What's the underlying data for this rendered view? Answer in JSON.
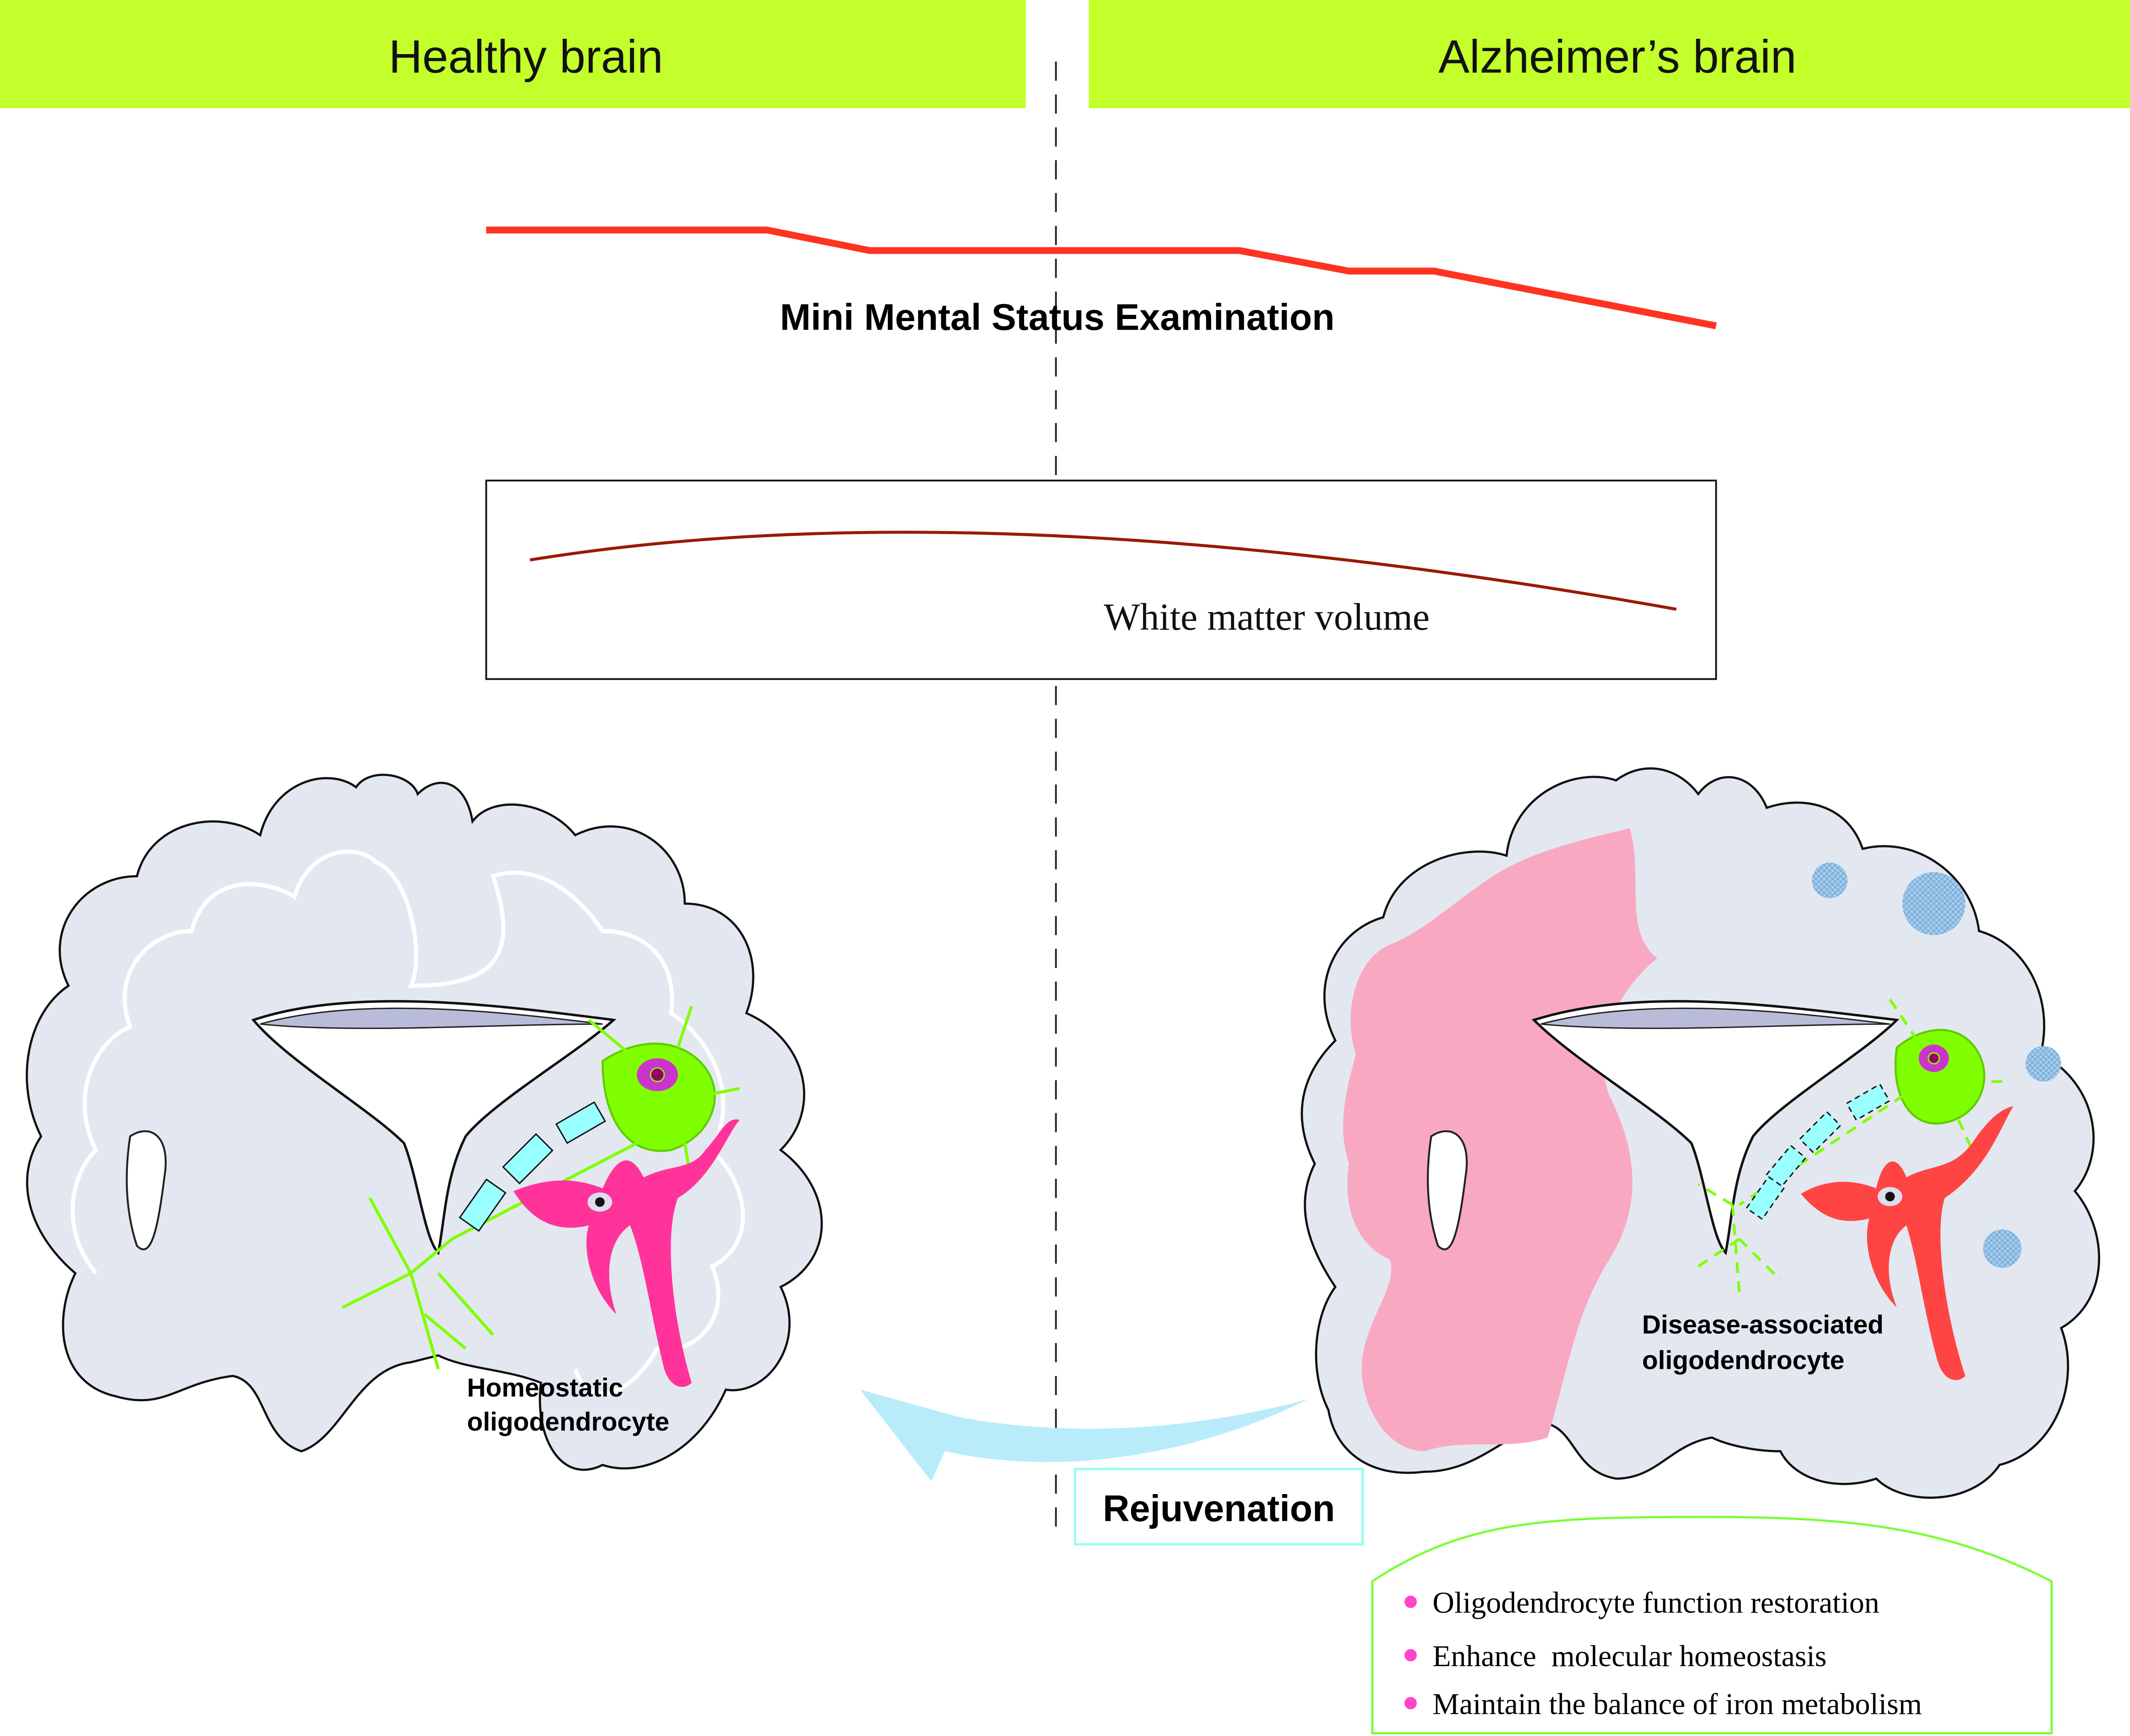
{
  "header": {
    "left_title": "Healthy brain",
    "right_title": "Alzheimer’s brain",
    "banner_color": "#C3FF2A"
  },
  "mmse": {
    "label": "Mini Mental Status Examination",
    "line_color": "#FF3322",
    "trend": "decreasing stepwise from healthy to Alzheimer's"
  },
  "white_matter": {
    "label": "White matter volume",
    "line_color": "#991A00",
    "trend": "rises then declines"
  },
  "healthy_brain": {
    "cell_label_line1": "Homeostatic",
    "cell_label_line2": "oligodendrocyte",
    "oligodendrocyte_color": "#FF3399",
    "neuron_color": "#7FFF00",
    "myelin_color": "#99FFFF"
  },
  "alzheimers_brain": {
    "cell_label_line1": "Disease-associated",
    "cell_label_line2": "oligodendrocyte",
    "oligodendrocyte_color": "#FF4444",
    "atrophy_color": "#F9A8C2",
    "plaque_color": "#A8CCEB"
  },
  "arrow": {
    "label": "Rejuvenation",
    "color": "#B8ECFB",
    "box_border": "#99FFEE"
  },
  "benefits": {
    "border_color": "#77FF33",
    "bullet_color": "#FF44CC",
    "items": [
      "Oligodendrocyte function restoration",
      "Enhance  molecular homeostasis",
      "Maintain the balance of iron metabolism"
    ]
  }
}
